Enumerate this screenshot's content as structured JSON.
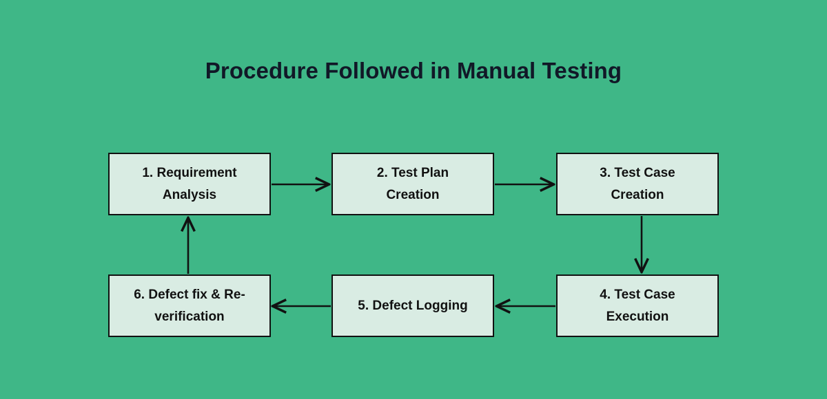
{
  "diagram": {
    "title": "Procedure Followed in Manual Testing",
    "type": "flowchart-cycle",
    "background_color": "#3fb787",
    "node_fill_color": "#d9ece3",
    "node_border_color": "#111111",
    "title_color": "#111827",
    "nodes": [
      {
        "id": "node-1",
        "number": "1.",
        "label": "1. Requirement\nAnalysis",
        "text": "1. Requirement Analysis"
      },
      {
        "id": "node-2",
        "number": "2.",
        "label": "2. Test Plan\nCreation",
        "text": "2. Test Plan Creation"
      },
      {
        "id": "node-3",
        "number": "3.",
        "label": "3. Test Case\nCreation",
        "text": "3. Test Case Creation"
      },
      {
        "id": "node-4",
        "number": "4.",
        "label": "4. Test Case\nExecution",
        "text": "4. Test Case Execution"
      },
      {
        "id": "node-5",
        "number": "5.",
        "label": "5. Defect Logging",
        "text": "5. Defect Logging"
      },
      {
        "id": "node-6",
        "number": "6.",
        "label": "6. Defect fix & Re-\nverification",
        "text": "6. Defect fix & Re-verification"
      }
    ],
    "edges": [
      {
        "from": "node-1",
        "to": "node-2",
        "direction": "right"
      },
      {
        "from": "node-2",
        "to": "node-3",
        "direction": "right"
      },
      {
        "from": "node-3",
        "to": "node-4",
        "direction": "down"
      },
      {
        "from": "node-4",
        "to": "node-5",
        "direction": "left"
      },
      {
        "from": "node-5",
        "to": "node-6",
        "direction": "left"
      },
      {
        "from": "node-6",
        "to": "node-1",
        "direction": "up"
      }
    ]
  }
}
